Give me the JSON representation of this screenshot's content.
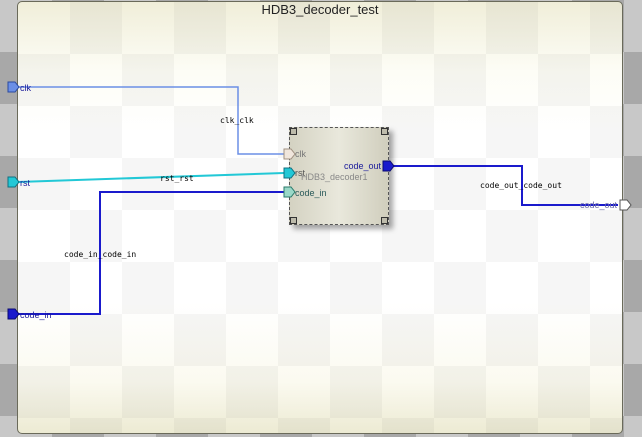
{
  "design": {
    "title": "HDB3_decoder_test"
  },
  "instance": {
    "name": "HDB3_decoder1",
    "inputs": [
      "clk",
      "rst",
      "code_in"
    ],
    "outputs": [
      "code_out"
    ]
  },
  "ports": {
    "clk": "clk",
    "rst": "rst",
    "code_in": "code_in",
    "code_out": "code_out"
  },
  "nets": {
    "clk": "clk_clk",
    "rst": "rst_rst",
    "code_in": "code_in_code_in",
    "code_out": "code_out_code_out"
  },
  "colors": {
    "clk": "#6b8fe6",
    "rst": "#22c8d6",
    "code_in": "#1a1acc",
    "code_out": "#1a1acc",
    "frame_border": "#6a6a5a"
  }
}
